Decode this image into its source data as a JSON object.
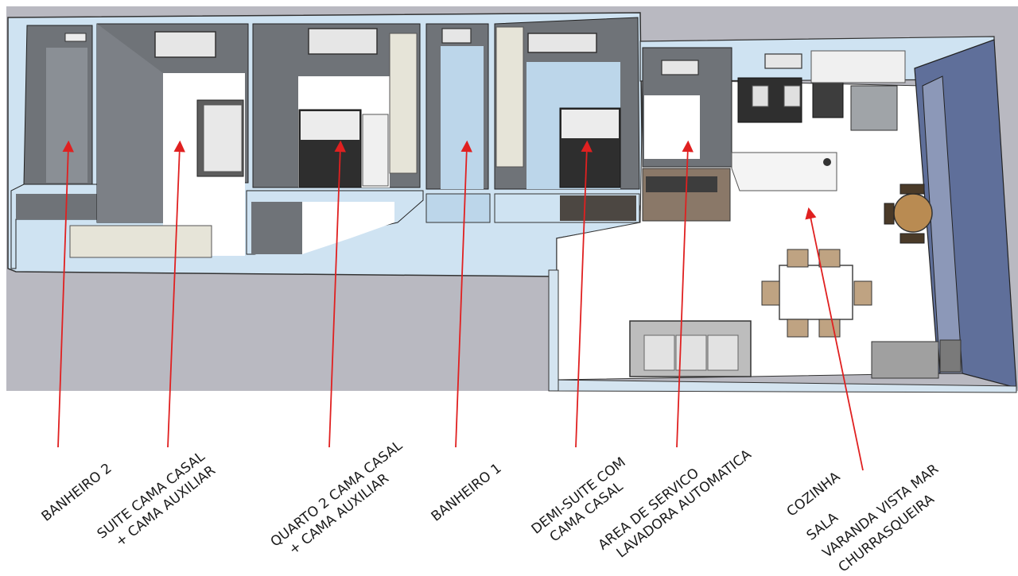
{
  "labels": [
    {
      "id": "banheiro-2",
      "lines": [
        "BANHEIRO 2"
      ]
    },
    {
      "id": "suite",
      "lines": [
        "SUITE CAMA CASAL",
        "+ CAMA AUXILIAR"
      ]
    },
    {
      "id": "quarto-2",
      "lines": [
        "QUARTO 2 CAMA CASAL",
        "+ CAMA AUXILIAR"
      ]
    },
    {
      "id": "banheiro-1",
      "lines": [
        "BANHEIRO 1"
      ]
    },
    {
      "id": "demi-suite",
      "lines": [
        "DEMI-SUITE COM",
        "CAMA CASAL"
      ]
    },
    {
      "id": "area-servico",
      "lines": [
        "AREA DE SERVICO",
        "LAVADORA AUTOMATICA"
      ]
    },
    {
      "id": "cozinha",
      "lines": [
        "COZINHA"
      ]
    },
    {
      "id": "sala",
      "lines": [
        "SALA"
      ]
    },
    {
      "id": "varanda",
      "lines": [
        "VARANDA VISTA MAR"
      ]
    },
    {
      "id": "churrasqueira",
      "lines": [
        "CHURRASQUEIRA"
      ]
    }
  ],
  "colors": {
    "ground": "#b9b9c1",
    "wall_top": "#cfe3f2",
    "wall_side": "#6f7378",
    "floor": "#ffffff",
    "glass": "#bcd6ea",
    "varanda_wall": "#5f6f9a",
    "arrow": "#e02020"
  }
}
